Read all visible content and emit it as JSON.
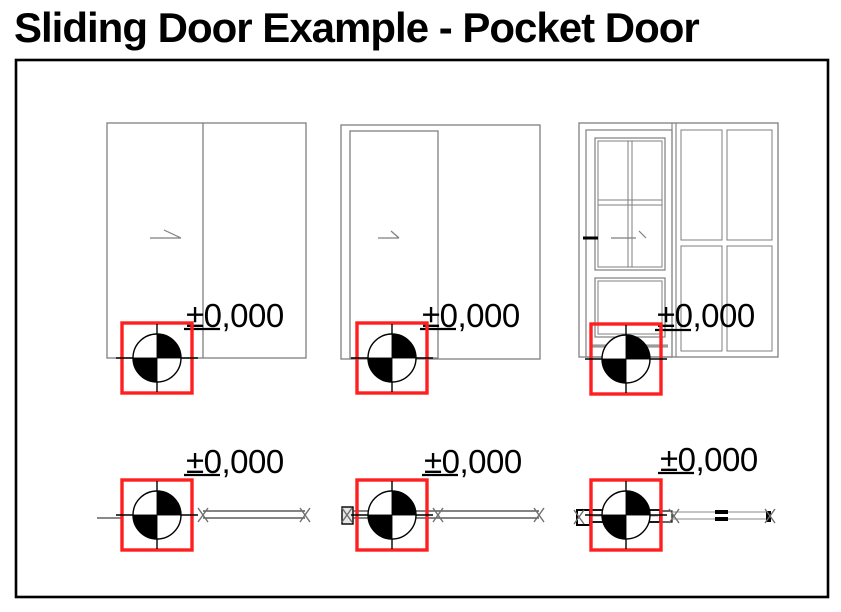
{
  "page": {
    "title": "Sliding Door Example - Pocket Door"
  },
  "colors": {
    "marker_red": "#ff1f1f",
    "linework_grey": "#7f7f7f",
    "annotation_black": "#000000"
  },
  "views": {
    "elevations": [
      {
        "level_label": "±0,000"
      },
      {
        "level_label": "±0,000"
      },
      {
        "level_label": "±0,000"
      }
    ],
    "plans": [
      {
        "level_label": "±0,000"
      },
      {
        "level_label": "±0,000"
      },
      {
        "level_label": "±0,000"
      }
    ]
  }
}
